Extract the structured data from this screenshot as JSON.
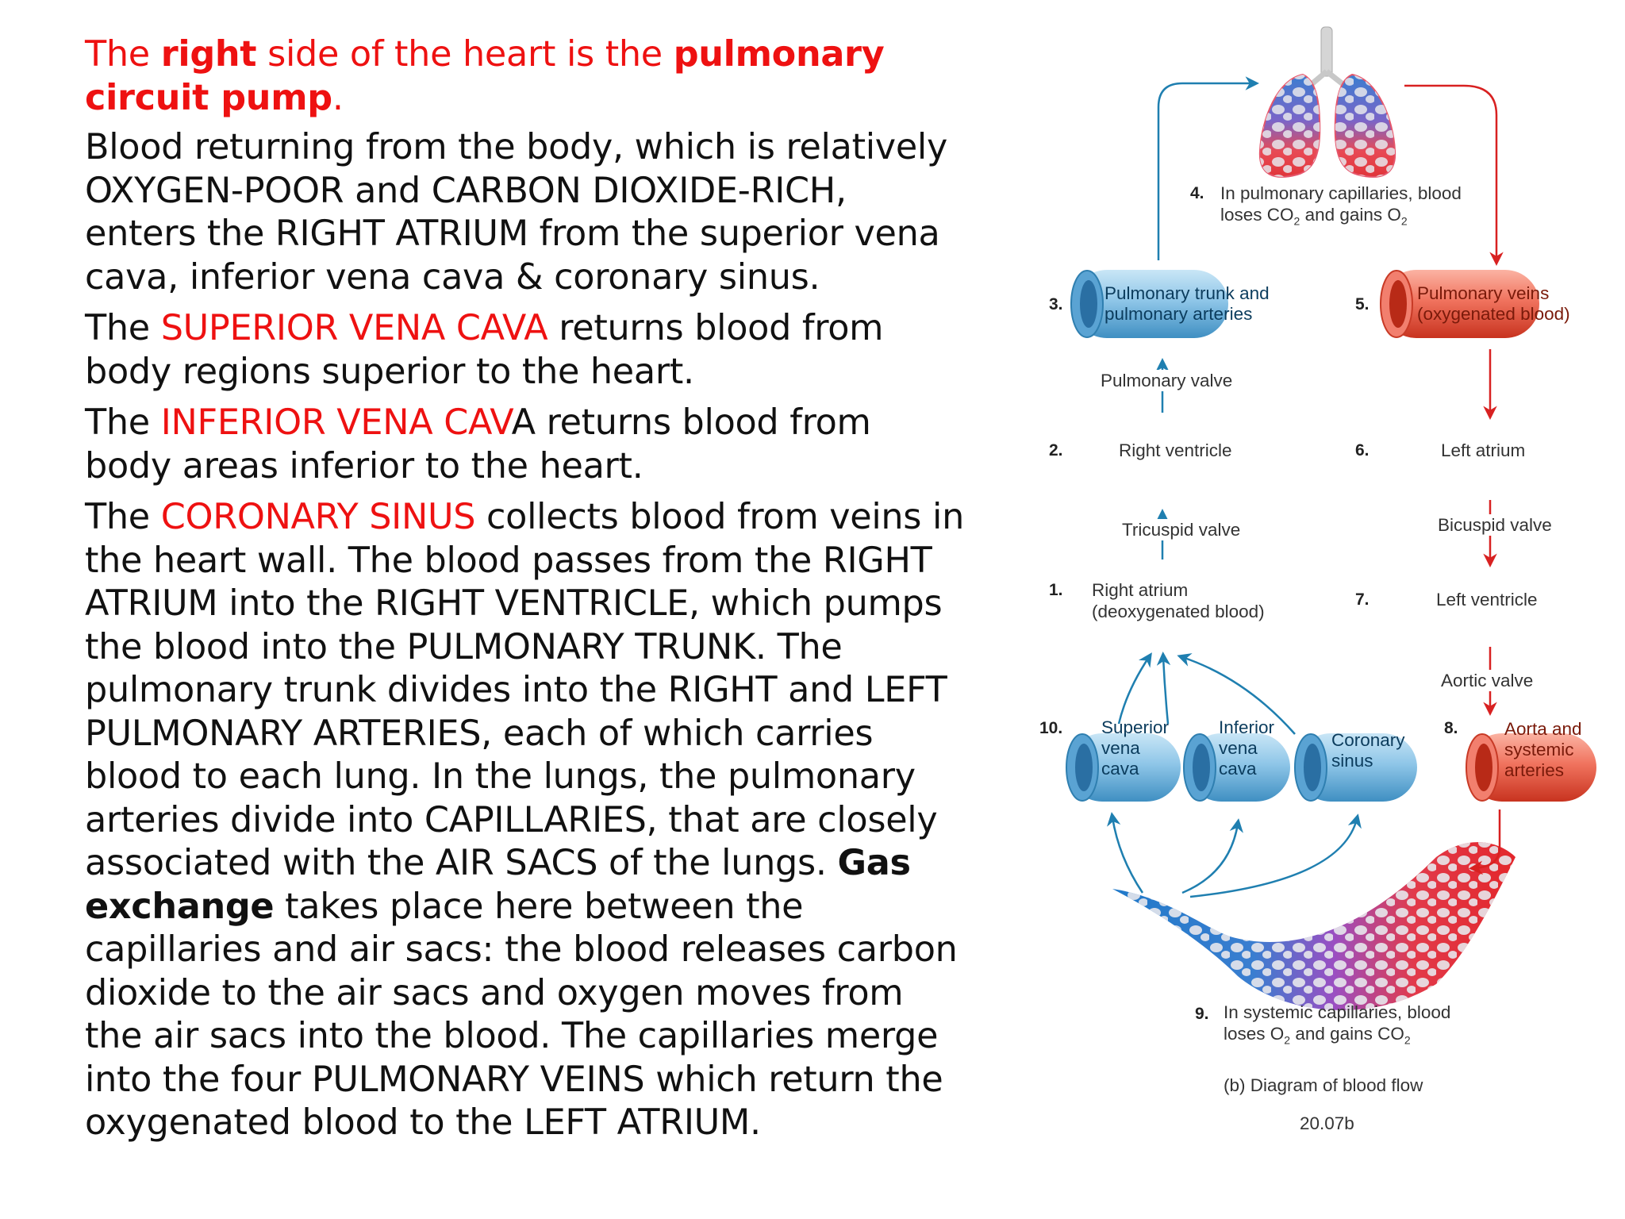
{
  "intro": {
    "t1": "The ",
    "t2": "right",
    "t3": " side of the heart is the ",
    "t4": "pulmonary",
    "t5": "circuit  pump",
    "t6": "."
  },
  "para1": {
    "text": "Blood returning from the body, which is relatively OXYGEN-POOR and CARBON DIOXIDE-RICH, enters the RIGHT ATRIUM from the superior vena cava, inferior vena cava & coronary sinus."
  },
  "para2": {
    "a": "The ",
    "b": "SUPERIOR VENA CAVA",
    "c": " returns blood from body regions superior to the heart."
  },
  "para3": {
    "a": "The ",
    "b": "INFERIOR VENA CAV",
    "c": "A returns blood from body areas inferior to the heart."
  },
  "para4": {
    "a": "The ",
    "b": "CORONARY SINUS",
    "c": " collects blood from veins in the heart wall. The blood passes from the RIGHT ATRIUM into the RIGHT VENTRICLE, which pumps the blood into the PULMONARY TRUNK. The pulmonary trunk divides into the RIGHT and LEFT PULMONARY ARTERIES, each of which carries blood to each lung. In the lungs, the pulmonary arteries divide into CAPILLARIES, that are closely associated with the AIR SACS of the lungs. ",
    "d": "Gas exchange",
    "e": " takes place here between the capillaries and air sacs: the blood releases carbon dioxide to the air sacs and oxygen moves from the air sacs into the blood. The capillaries merge into the four PULMONARY VEINS which return the oxygenated blood to the LEFT ATRIUM."
  },
  "diagram": {
    "step4": {
      "num": "4.",
      "l1": "In pulmonary capillaries, blood",
      "l2a": "loses CO",
      "l2b": "2",
      "l2c": " and gains O",
      "l2d": "2"
    },
    "step3": {
      "num": "3.",
      "l1": "Pulmonary trunk and",
      "l2": "pulmonary arteries"
    },
    "step5": {
      "num": "5.",
      "l1": "Pulmonary veins",
      "l2": "(oxygenated blood)"
    },
    "pulmonary_valve": "Pulmonary valve",
    "step2": {
      "num": "2.",
      "label": "Right ventricle"
    },
    "step6": {
      "num": "6.",
      "label": "Left atrium"
    },
    "tricuspid_valve": "Tricuspid valve",
    "bicuspid_valve": "Bicuspid valve",
    "step1": {
      "num": "1.",
      "l1": "Right atrium",
      "l2": "(deoxygenated blood)"
    },
    "step7": {
      "num": "7.",
      "label": "Left ventricle"
    },
    "aortic_valve": "Aortic valve",
    "step10": {
      "num": "10.",
      "superior": [
        "Superior",
        "vena",
        "cava"
      ],
      "inferior": [
        "Inferior",
        "vena",
        "cava"
      ],
      "coronary": [
        "Coronary",
        "sinus"
      ]
    },
    "step8": {
      "num": "8.",
      "l1": "Aorta and",
      "l2": "systemic",
      "l3": "arteries"
    },
    "step9": {
      "num": "9.",
      "l1": "In systemic capillaries, blood",
      "l2a": "loses O",
      "l2b": "2",
      "l2c": " and gains CO",
      "l2d": "2"
    },
    "caption": "(b) Diagram of blood flow",
    "figure_id": "20.07b"
  },
  "colors": {
    "text_red": "#ee1111",
    "arrow_blue": "#1f7fb0",
    "arrow_red": "#d82121",
    "vessel_blue": "#9fd0ec",
    "vessel_red": "#f07d6a"
  }
}
